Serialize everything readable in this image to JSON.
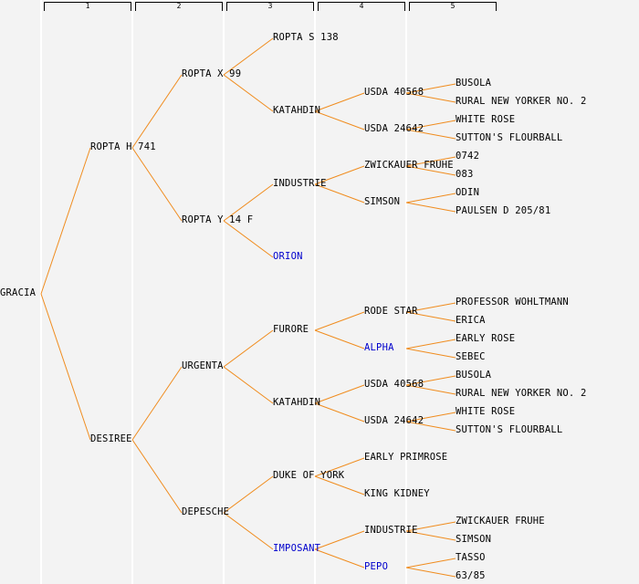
{
  "headers": [
    "1",
    "2",
    "3",
    "4",
    "5"
  ],
  "colors": {
    "link": "#f08c1e",
    "text": "#000000",
    "highlight": "#0000cc",
    "background": "#f3f3f3"
  },
  "pedigree": {
    "name": "GRACIA",
    "parents": [
      {
        "name": "ROPTA H 741",
        "parents": [
          {
            "name": "ROPTA X 99",
            "parents": [
              {
                "name": "ROPTA S 138"
              },
              {
                "name": "KATAHDIN",
                "parents": [
                  {
                    "name": "USDA 40568",
                    "parents": [
                      {
                        "name": "BUSOLA"
                      },
                      {
                        "name": "RURAL NEW YORKER NO. 2"
                      }
                    ]
                  },
                  {
                    "name": "USDA 24642",
                    "parents": [
                      {
                        "name": "WHITE ROSE"
                      },
                      {
                        "name": "SUTTON'S FLOURBALL"
                      }
                    ]
                  }
                ]
              }
            ]
          },
          {
            "name": "ROPTA Y 14 F",
            "parents": [
              {
                "name": "INDUSTRIE",
                "parents": [
                  {
                    "name": "ZWICKAUER FRUHE",
                    "parents": [
                      {
                        "name": "0742"
                      },
                      {
                        "name": "083"
                      }
                    ]
                  },
                  {
                    "name": "SIMSON",
                    "parents": [
                      {
                        "name": "ODIN"
                      },
                      {
                        "name": "PAULSEN D 205/81"
                      }
                    ]
                  }
                ]
              },
              {
                "name": "ORION",
                "highlight": true
              }
            ]
          }
        ]
      },
      {
        "name": "DESIREE",
        "parents": [
          {
            "name": "URGENTA",
            "parents": [
              {
                "name": "FURORE",
                "parents": [
                  {
                    "name": "RODE STAR",
                    "parents": [
                      {
                        "name": "PROFESSOR WOHLTMANN"
                      },
                      {
                        "name": "ERICA"
                      }
                    ]
                  },
                  {
                    "name": "ALPHA",
                    "highlight": true,
                    "parents": [
                      {
                        "name": "EARLY ROSE"
                      },
                      {
                        "name": "SEBEC"
                      }
                    ]
                  }
                ]
              },
              {
                "name": "KATAHDIN",
                "parents": [
                  {
                    "name": "USDA 40568",
                    "parents": [
                      {
                        "name": "BUSOLA"
                      },
                      {
                        "name": "RURAL NEW YORKER NO. 2"
                      }
                    ]
                  },
                  {
                    "name": "USDA 24642",
                    "parents": [
                      {
                        "name": "WHITE ROSE"
                      },
                      {
                        "name": "SUTTON'S FLOURBALL"
                      }
                    ]
                  }
                ]
              }
            ]
          },
          {
            "name": "DEPESCHE",
            "parents": [
              {
                "name": "DUKE OF YORK",
                "parents": [
                  {
                    "name": "EARLY PRIMROSE"
                  },
                  {
                    "name": "KING KIDNEY"
                  }
                ]
              },
              {
                "name": "IMPOSANT",
                "highlight": true,
                "parents": [
                  {
                    "name": "INDUSTRIE",
                    "parents": [
                      {
                        "name": "ZWICKAUER FRUHE"
                      },
                      {
                        "name": "SIMSON"
                      }
                    ]
                  },
                  {
                    "name": "PEPO",
                    "highlight": true,
                    "parents": [
                      {
                        "name": "TASSO"
                      },
                      {
                        "name": "63/85"
                      }
                    ]
                  }
                ]
              }
            ]
          }
        ]
      }
    ]
  }
}
